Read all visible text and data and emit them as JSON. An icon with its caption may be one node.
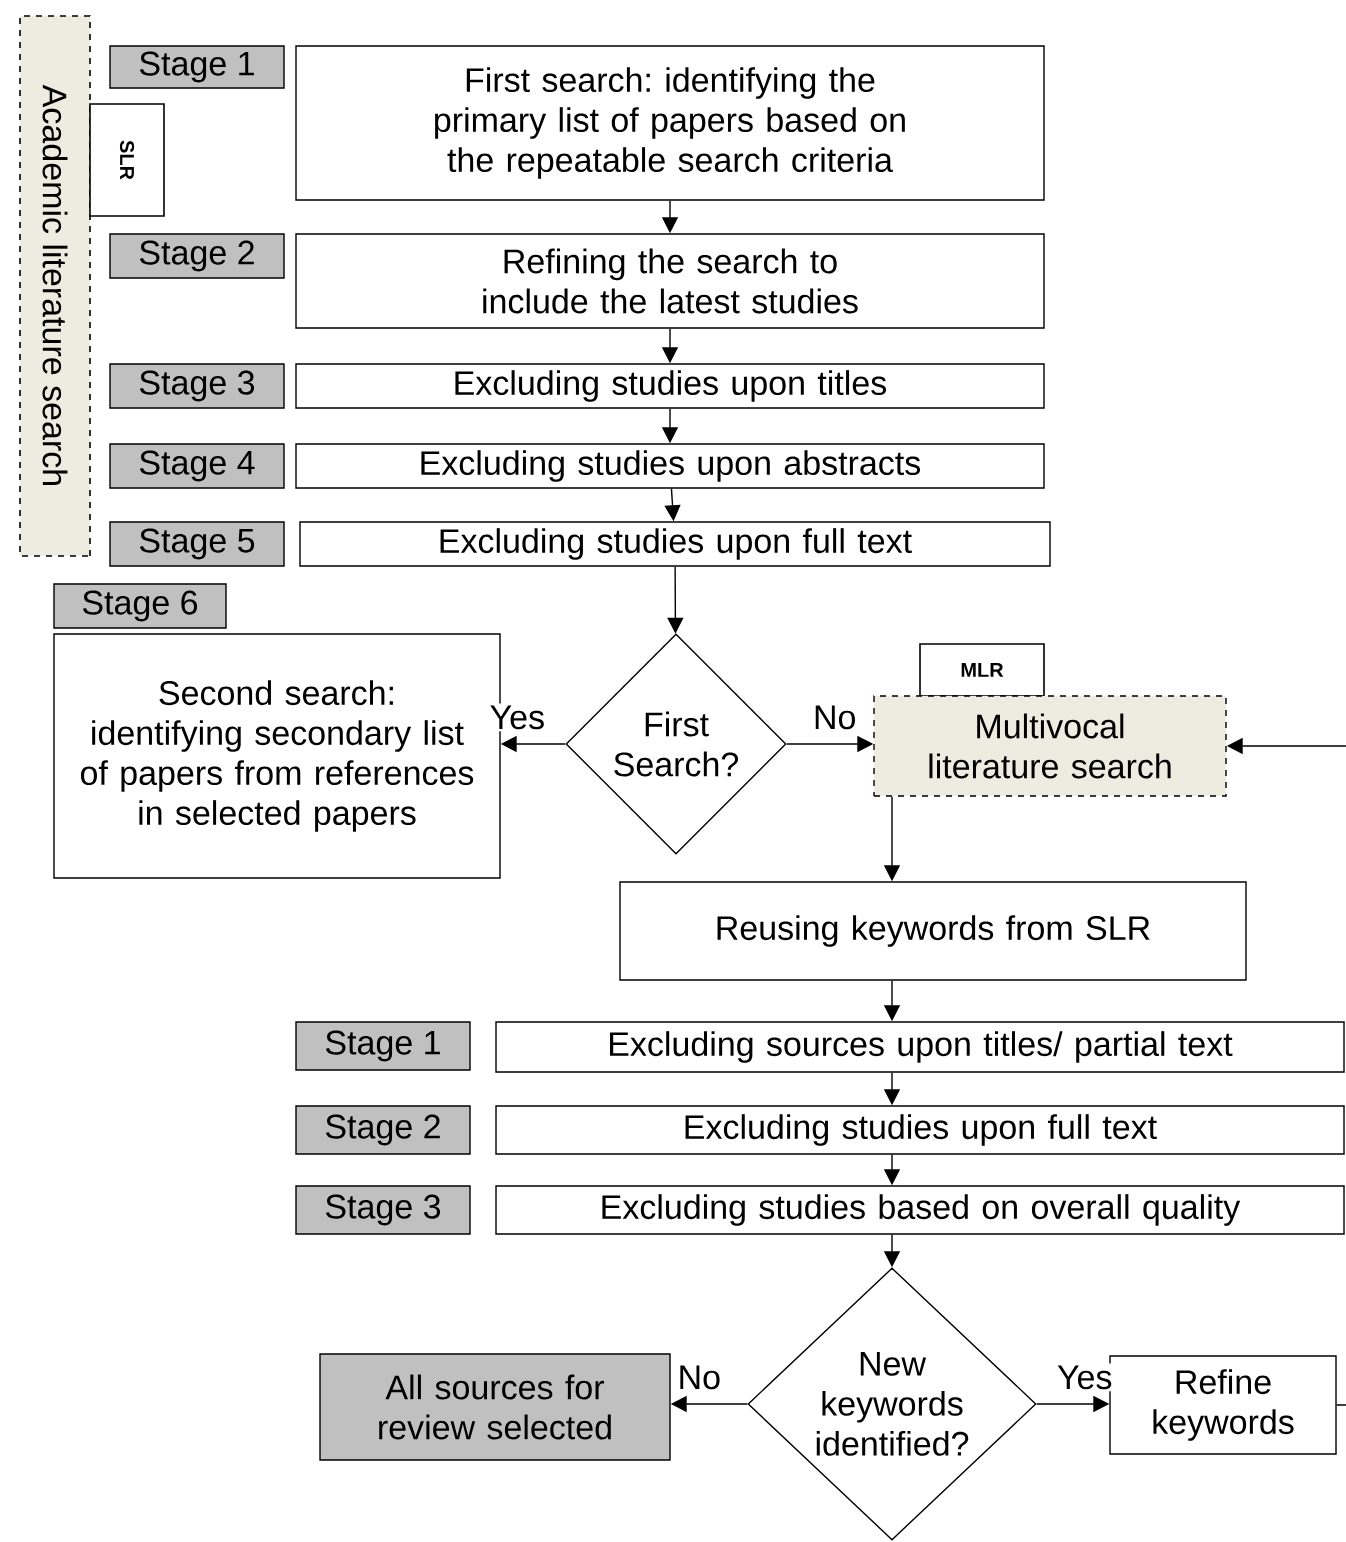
{
  "diagram": {
    "nodes": [
      {
        "text": [
          "Academic literature search"
        ]
      },
      {
        "text": [
          "SLR"
        ]
      },
      {
        "text": [
          "Stage 1"
        ]
      },
      {
        "text": [
          "First search: identifying the primary list of papers based on the repeatable search criteria"
        ]
      },
      {
        "text": [
          "Stage 2"
        ]
      },
      {
        "text": [
          "Refining the search to include the latest studies"
        ]
      },
      {
        "text": [
          "Stage 3"
        ]
      },
      {
        "text": [
          "Excluding studies upon titles"
        ]
      },
      {
        "text": [
          "Stage 4"
        ]
      },
      {
        "text": [
          "Excluding studies upon abstracts"
        ]
      },
      {
        "text": [
          "Stage 5"
        ]
      },
      {
        "text": [
          "Excluding studies upon full text"
        ]
      },
      {
        "text": [
          "Stage 6"
        ]
      },
      {
        "text": [
          "Second search: identifying secondary list of papers from references in selected papers"
        ]
      },
      {
        "text": [
          "First Search?"
        ]
      },
      {
        "text": [
          "MLR"
        ]
      },
      {
        "text": [
          "Multivocal literature search"
        ]
      },
      {
        "text": [
          "Reusing keywords from SLR"
        ]
      },
      {
        "text": [
          "Stage 1"
        ]
      },
      {
        "text": [
          "Excluding sources upon titles/ partial text"
        ]
      },
      {
        "text": [
          "Stage 2"
        ]
      },
      {
        "text": [
          "Excluding studies upon full text"
        ]
      },
      {
        "text": [
          "Stage 3"
        ]
      },
      {
        "text": [
          "Excluding studies based on overall quality"
        ]
      },
      {
        "text": [
          "New keywords identified?"
        ]
      },
      {
        "text": [
          "All sources for review selected"
        ]
      },
      {
        "text": [
          "Refine keywords"
        ]
      }
    ],
    "edges": [
      {
        "from": 3,
        "to": 5,
        "arrow": "to"
      },
      {
        "from": 5,
        "to": 7,
        "arrow": "to"
      },
      {
        "from": 7,
        "to": 9,
        "arrow": "to"
      },
      {
        "from": 9,
        "to": 11,
        "arrow": "to"
      },
      {
        "from": 11,
        "to": 14,
        "arrow": "to"
      },
      {
        "from": 14,
        "to": 13,
        "arrow": "to",
        "label": "Yes"
      },
      {
        "from": 14,
        "to": 16,
        "arrow": "to",
        "label": "No"
      },
      {
        "from": 16,
        "to": 17,
        "arrow": "to"
      },
      {
        "from": 17,
        "to": 19,
        "arrow": "to"
      },
      {
        "from": 19,
        "to": 21,
        "arrow": "to"
      },
      {
        "from": 21,
        "to": 23,
        "arrow": "to"
      },
      {
        "from": 23,
        "to": 24,
        "arrow": "to"
      },
      {
        "from": 24,
        "to": 25,
        "arrow": "to",
        "label": "No"
      },
      {
        "from": 24,
        "to": 26,
        "arrow": "to",
        "label": "Yes"
      },
      {
        "from": 26,
        "to": 16,
        "arrow": "to"
      }
    ]
  }
}
